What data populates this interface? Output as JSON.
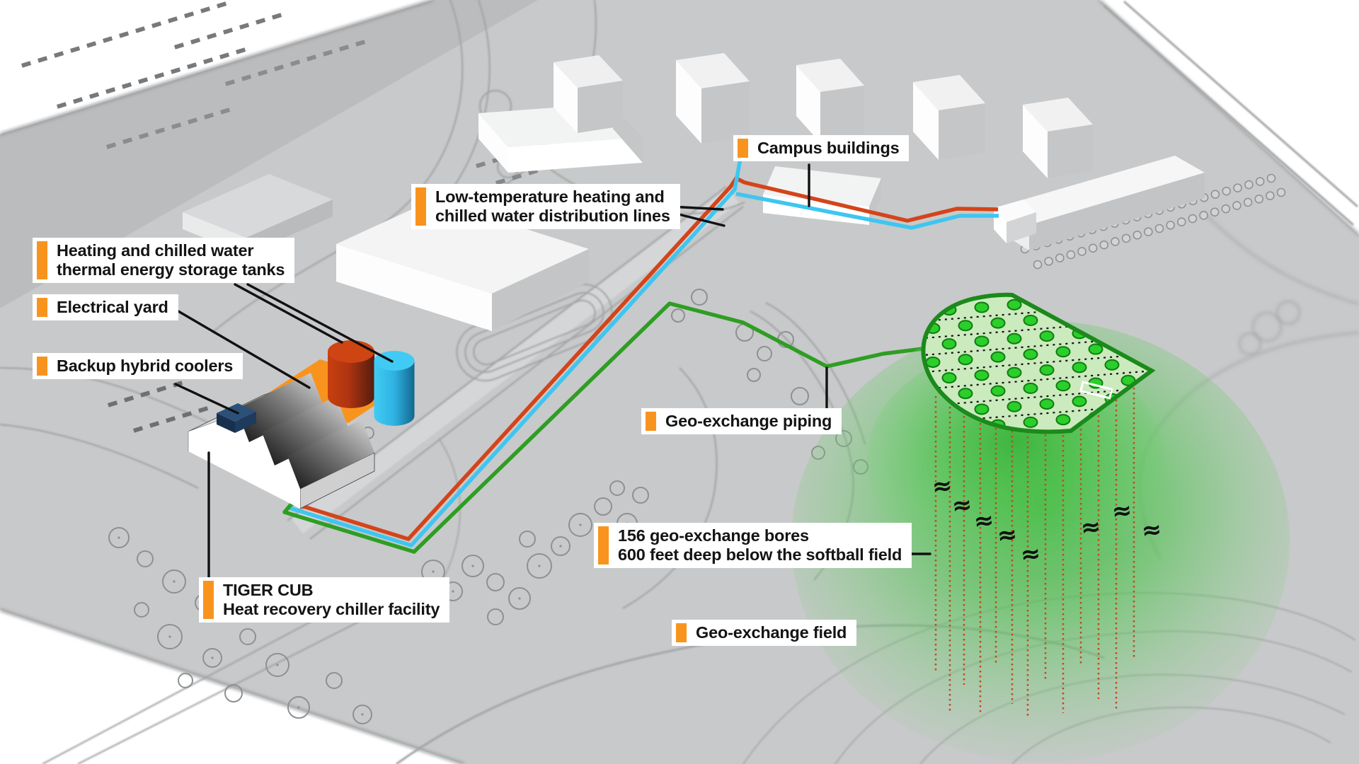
{
  "title": "Campus geo-exchange district energy system diagram",
  "colors": {
    "accent": "#F8941E",
    "heating_line": "#D4441A",
    "chilled_line": "#3EC6F0",
    "geo_line": "#2E9E23",
    "field_fill": "#CBEABE",
    "field_border": "#1B8A1B",
    "field_dot": "#2BCE2B",
    "field_dot_edge": "#0F7D0F",
    "bore_line": "#C2491E",
    "plan_gray": "#C8C9CA",
    "label_text": "#141414",
    "leader_black": "#111111",
    "tank_hot": "#C8390F",
    "tank_cold": "#38C4EF",
    "cooler_navy": "#2C5078"
  },
  "labels": {
    "campus_buildings": {
      "text": "Campus buildings"
    },
    "distribution_lines": {
      "line1": "Low-temperature heating and",
      "line2": "chilled water distribution lines"
    },
    "storage_tanks": {
      "line1": "Heating and chilled water",
      "line2": "thermal energy storage tanks"
    },
    "electrical_yard": {
      "text": "Electrical yard"
    },
    "backup_coolers": {
      "text": "Backup hybrid coolers"
    },
    "geo_piping": {
      "text": "Geo-exchange piping"
    },
    "bores": {
      "line1": "156 geo-exchange bores",
      "line2": "600 feet deep below the softball field"
    },
    "tiger_cub": {
      "line1": "TIGER CUB",
      "line2": "Heat recovery chiller facility"
    },
    "geo_field": {
      "text": "Geo-exchange field"
    }
  },
  "symbols": {
    "depth_break": "≈"
  }
}
